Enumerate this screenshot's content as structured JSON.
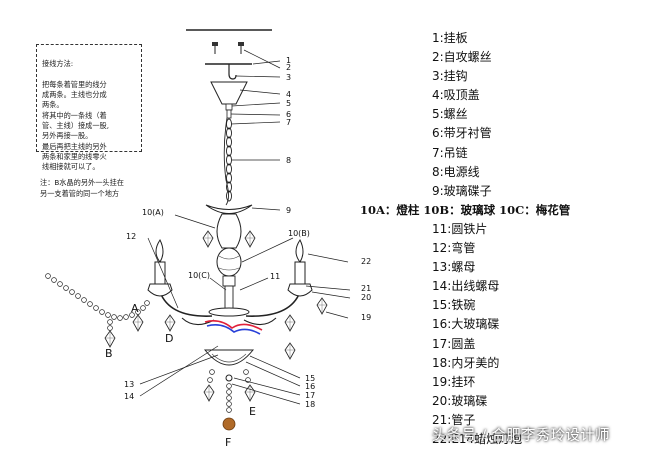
{
  "wiring_note": {
    "title": "接线方法:",
    "body": "把每条着管里的线分\n成两条。主线也分成\n两条。\n将其中的一条线（着\n管、主线）接成一股,\n另外再接一股。\n最后再把主线的另外\n两条和家里的线零火\n线相接就可以了。"
  },
  "crystal_note": "注：B水晶的另外一头挂在\n另一支着管的同一个地方",
  "callouts": {
    "n1": "1",
    "n2": "2",
    "n3": "3",
    "n4": "4",
    "n5": "5",
    "n6": "6",
    "n7": "7",
    "n8": "8",
    "n9": "9",
    "n10a": "10(A)",
    "n10b": "10(B)",
    "n10c": "10(C)",
    "n11": "11",
    "n12": "12",
    "n13": "13",
    "n14": "14",
    "n15": "15",
    "n16": "16",
    "n17": "17",
    "n18": "18",
    "n19": "19",
    "n20": "20",
    "n21": "21",
    "n22": "22",
    "A": "A",
    "B": "B",
    "D": "D",
    "E": "E",
    "F": "F"
  },
  "parts_list": [
    "1:挂板",
    "2:自攻螺丝",
    "3:挂钩",
    "4:吸顶盖",
    "5:螺丝",
    "6:带牙衬管",
    "7:吊链",
    "8:电源线",
    "9:玻璃碟子",
    "10A：燈柱 10B：玻璃球 10C：梅花管",
    "11:圆铁片",
    "12:弯管",
    "13:螺母",
    "14:出线螺母",
    "15:铁碗",
    "16:大玻璃碟",
    "17:圆盖",
    "18:内牙美的",
    "19:挂环",
    "20:玻璃碟",
    "21:管子",
    "22:E14蜡烛灯泡"
  ],
  "watermark": "头条号 / 合肥李秀玲设计师",
  "colors": {
    "wire_red": "#e0203a",
    "wire_blue": "#2840d8",
    "line": "#222222"
  }
}
